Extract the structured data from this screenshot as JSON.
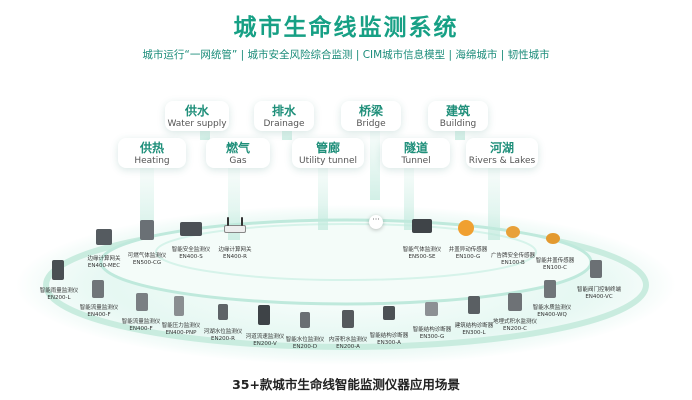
{
  "title": "城市生命线监测系统",
  "subtitle": "城市运行“一网统管” | 城市安全风险综合监测 | CIM城市信息模型 | 海绵城市 | 韧性城市",
  "footer": "35+款城市生命线智能监测仪器应用场景",
  "colors": {
    "accent": "#17a085",
    "ring": "#bfe9dc",
    "glow": "#e3f7f1"
  },
  "categories": [
    {
      "zh": "供水",
      "en": "Water supply"
    },
    {
      "zh": "排水",
      "en": "Drainage"
    },
    {
      "zh": "桥梁",
      "en": "Bridge"
    },
    {
      "zh": "建筑",
      "en": "Building"
    },
    {
      "zh": "供热",
      "en": "Heating"
    },
    {
      "zh": "燃气",
      "en": "Gas"
    },
    {
      "zh": "管廊",
      "en": "Utility tunnel"
    },
    {
      "zh": "隧道",
      "en": "Tunnel"
    },
    {
      "zh": "河湖",
      "en": "Rivers & Lakes"
    }
  ],
  "more_glyph": "···",
  "devices": [
    {
      "name": "边缘计算网关",
      "model": "EN400-MEC"
    },
    {
      "name": "可燃气体监测仪",
      "model": "EN500-CG"
    },
    {
      "name": "智能安全监测仪",
      "model": "EN400-S"
    },
    {
      "name": "边缘计算网关",
      "model": "EN400-R"
    },
    {
      "name": "智能气体监测仪",
      "model": "EN500-SE"
    },
    {
      "name": "井盖异动传感器",
      "model": "EN100-G"
    },
    {
      "name": "广告牌安全传感器",
      "model": "EN100-B"
    },
    {
      "name": "智能井盖传感器",
      "model": "EN100-C"
    },
    {
      "name": "智能雨量监测仪",
      "model": "EN200-L"
    },
    {
      "name": "智能阀门控制终端",
      "model": "EN400-VC"
    },
    {
      "name": "智能流量监测仪",
      "model": "EN400-F"
    },
    {
      "name": "智能水质监测仪",
      "model": "EN400-WQ"
    },
    {
      "name": "智能流量监测仪",
      "model": "EN400-F"
    },
    {
      "name": "智能压力监测仪",
      "model": "EN400-PNP"
    },
    {
      "name": "河湖水位监测仪",
      "model": "EN200-R"
    },
    {
      "name": "河道流速监测仪",
      "model": "EN200-V"
    },
    {
      "name": "智能水位监测仪",
      "model": "EN200-D"
    },
    {
      "name": "内涝积水监测仪",
      "model": "EN200-A"
    },
    {
      "name": "智能结构诊断器",
      "model": "EN300-A"
    },
    {
      "name": "智能结构诊断器",
      "model": "EN300-G"
    },
    {
      "name": "建筑结构诊断器",
      "model": "EN300-L"
    },
    {
      "name": "地埋式积水监测仪",
      "model": "EN200-C"
    }
  ]
}
